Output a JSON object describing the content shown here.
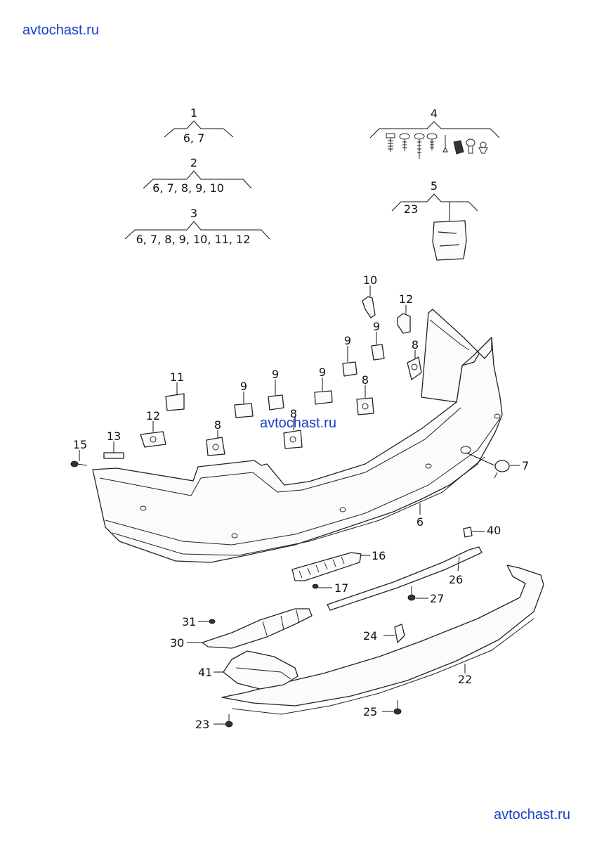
{
  "watermarks": {
    "top": "avtochast.ru",
    "center": "avtochast.ru",
    "bottom": "avtochast.ru"
  },
  "groups": [
    {
      "number": "1",
      "includes": "6, 7"
    },
    {
      "number": "2",
      "includes": "6, 7, 8, 9, 10"
    },
    {
      "number": "3",
      "includes": "6, 7, 8, 9, 10, 11, 12"
    },
    {
      "number": "4",
      "includes": ""
    },
    {
      "number": "5",
      "includes": "23"
    }
  ],
  "callouts": {
    "c6": "6",
    "c7": "7",
    "c8a": "8",
    "c8b": "8",
    "c8c": "8",
    "c8d": "8",
    "c9a": "9",
    "c9b": "9",
    "c9c": "9",
    "c9d": "9",
    "c9e": "9",
    "c10": "10",
    "c11": "11",
    "c12a": "12",
    "c12b": "12",
    "c13": "13",
    "c15": "15",
    "c16": "16",
    "c17": "17",
    "c22": "22",
    "c23": "23",
    "c24": "24",
    "c25": "25",
    "c26": "26",
    "c27": "27",
    "c30": "30",
    "c31": "31",
    "c40": "40",
    "c41": "41"
  }
}
